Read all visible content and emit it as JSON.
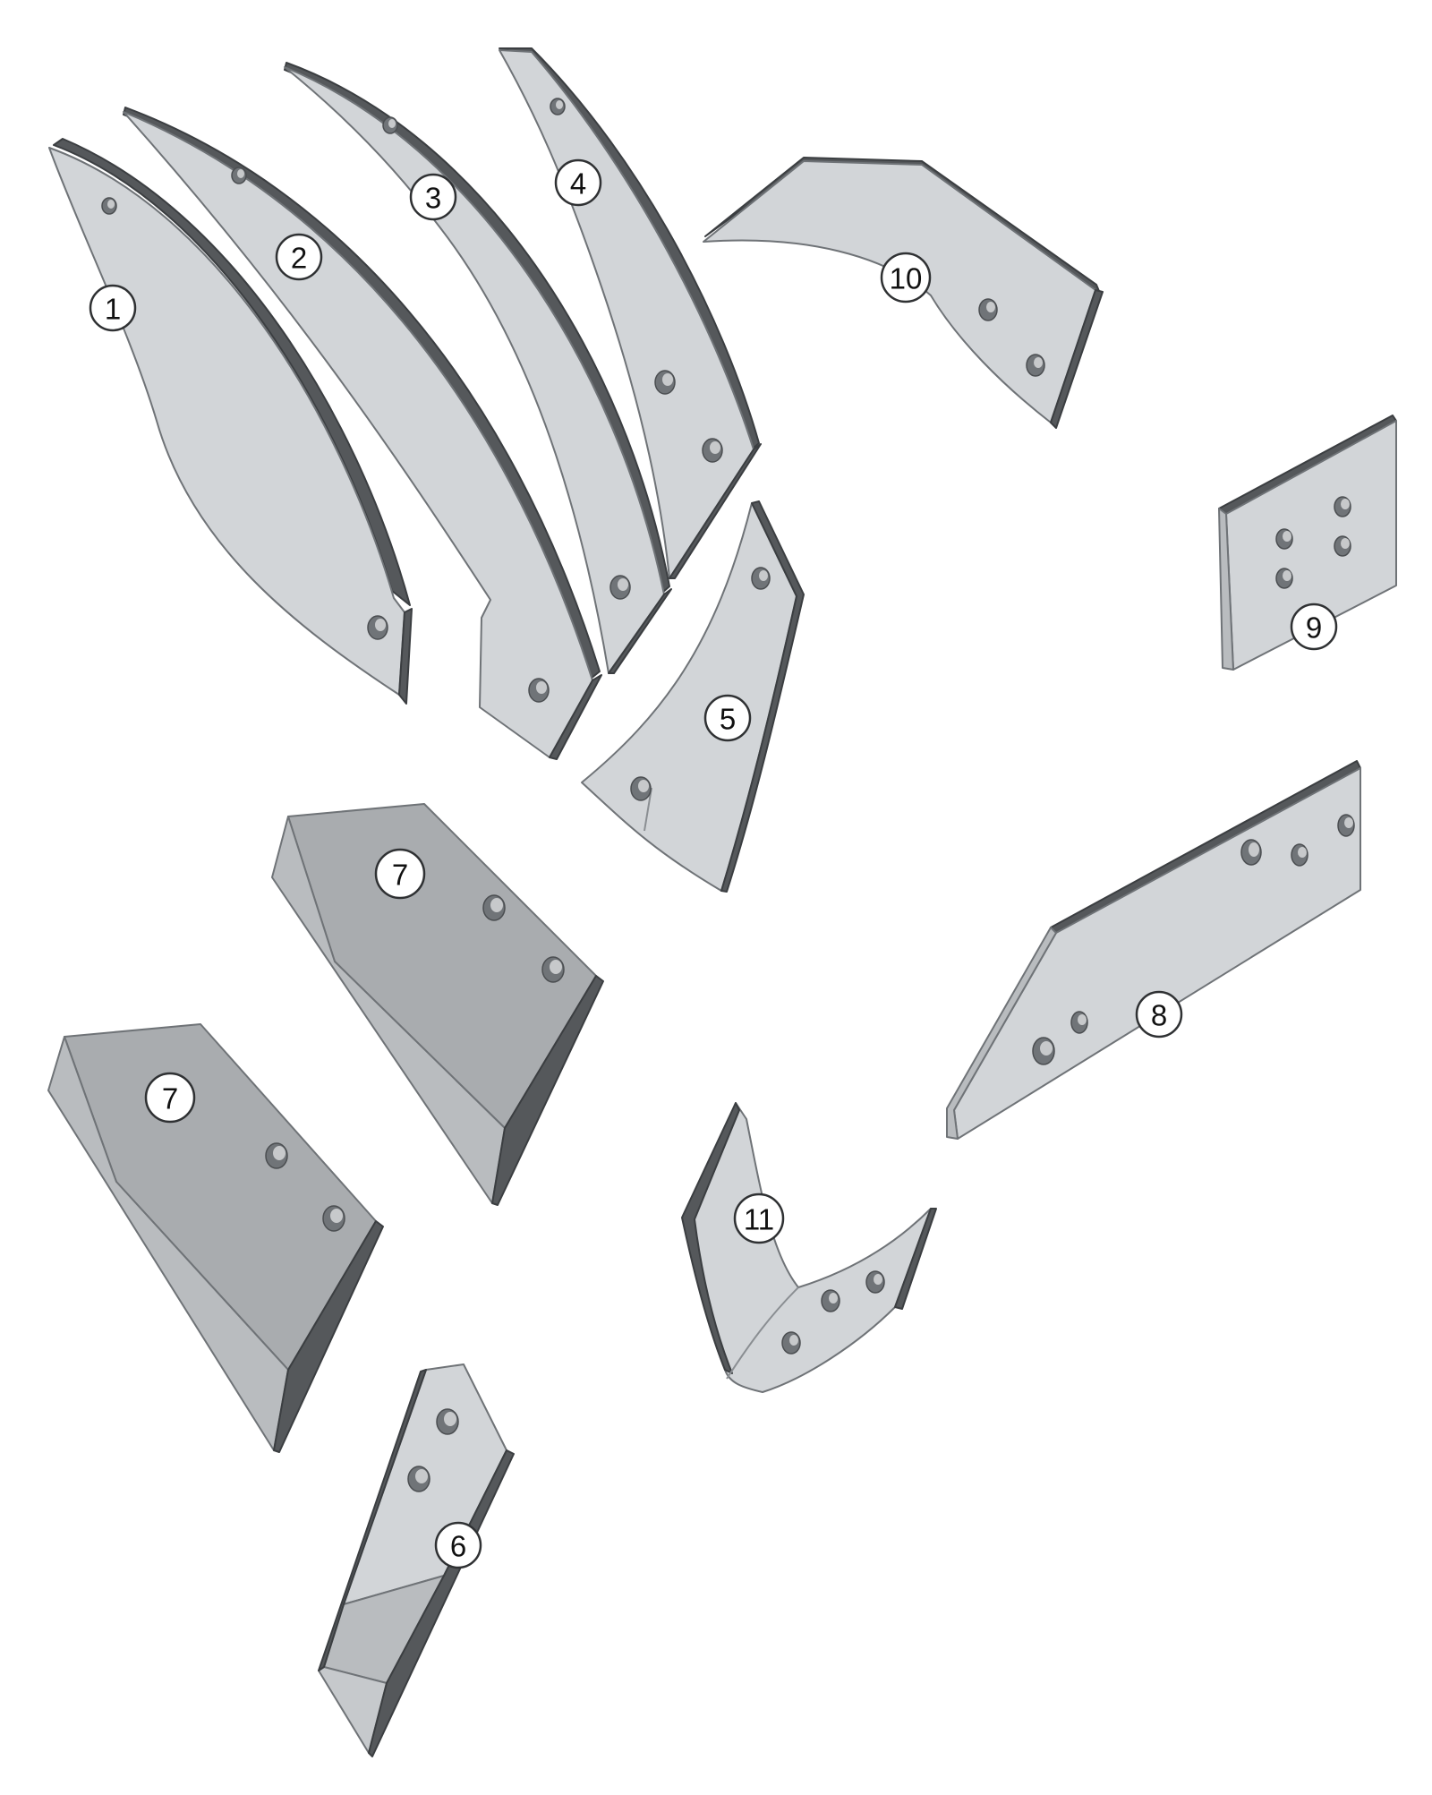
{
  "colors": {
    "light_face": "#d2d5d8",
    "mid_face": "#c6c9cc",
    "dark_face": "#a9acaf",
    "bevel": "#b9bcbf",
    "edge": "#55585b",
    "background": "#ffffff"
  },
  "parts": [
    {
      "id": "part-1",
      "label": "1"
    },
    {
      "id": "part-2",
      "label": "2"
    },
    {
      "id": "part-3",
      "label": "3"
    },
    {
      "id": "part-4",
      "label": "4"
    },
    {
      "id": "part-5",
      "label": "5"
    },
    {
      "id": "part-6",
      "label": "6"
    },
    {
      "id": "part-7a",
      "label": "7"
    },
    {
      "id": "part-7b",
      "label": "7"
    },
    {
      "id": "part-8",
      "label": "8"
    },
    {
      "id": "part-9",
      "label": "9"
    },
    {
      "id": "part-10",
      "label": "10"
    },
    {
      "id": "part-11",
      "label": "11"
    }
  ]
}
